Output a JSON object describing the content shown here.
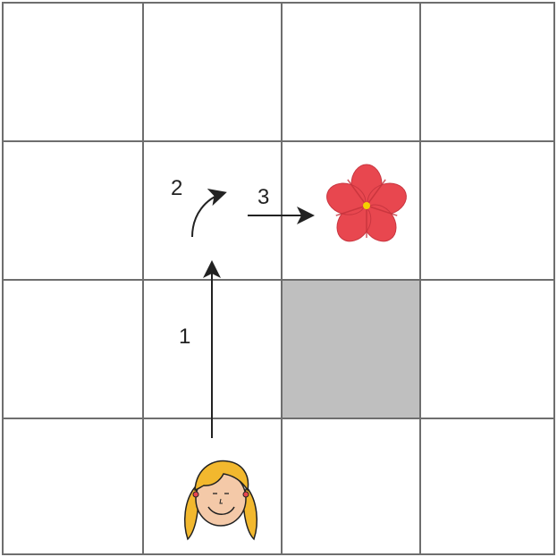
{
  "grid": {
    "rows": 4,
    "cols": 4,
    "line_color": "#6e6e6e",
    "blocked_color": "#bfbfbf",
    "blocked_cells": [
      {
        "row": 3,
        "col": 3
      }
    ]
  },
  "character": {
    "icon": "girl-icon",
    "cell": {
      "row": 4,
      "col": 2
    }
  },
  "goal": {
    "icon": "flower-icon",
    "cell": {
      "row": 2,
      "col": 3
    },
    "petal_color": "#e8474f",
    "center_color": "#f5d000"
  },
  "steps": [
    {
      "label": "1",
      "action": "forward"
    },
    {
      "label": "2",
      "action": "turn-right"
    },
    {
      "label": "3",
      "action": "forward"
    }
  ]
}
